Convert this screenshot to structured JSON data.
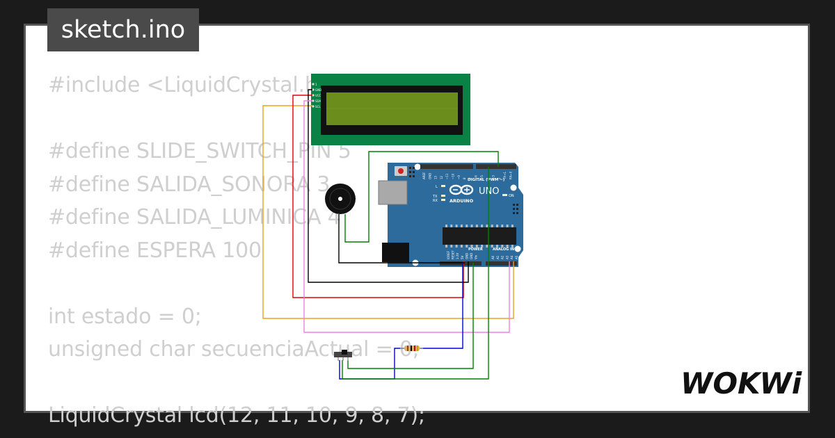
{
  "tab": {
    "filename": "sketch.ino"
  },
  "code_lines": [
    "#include <LiquidCrystal.h>",
    "",
    "#define SLIDE_SWITCH_PIN 5",
    "#define SALIDA_SONORA 3",
    "#define SALIDA_LUMINICA 4",
    "#define ESPERA 100",
    "",
    "int estado = 0;",
    "unsigned char secuenciaActual = 0;",
    "",
    "LiquidCrystal lcd(12, 11, 10, 9, 8, 7);"
  ],
  "lcd": {
    "pins": [
      "1",
      "GND",
      "VCC",
      "SDA",
      "SCL"
    ]
  },
  "arduino": {
    "logo_text": "UNO",
    "brand": "ARDUINO",
    "digital_label": "DIGITAL (PWM ~)",
    "power_label": "POWER",
    "analog_label": "ANALOG IN",
    "on_label": "ON",
    "l_label": "L",
    "tx_label": "TX",
    "rx_label": "RX",
    "digital_pins": [
      "AREF",
      "GND",
      "13",
      "12",
      "~11",
      "~10",
      "~9",
      "8",
      "7",
      "~6",
      "~5",
      "4",
      "~3",
      "2",
      "TX→1",
      "RX←0"
    ],
    "power_pins": [
      "IOREF",
      "RESET",
      "3.3V",
      "5V",
      "GND",
      "GND",
      "Vin"
    ],
    "analog_pins": [
      "A0",
      "A1",
      "A2",
      "A3",
      "A4",
      "A5"
    ]
  },
  "brand_logo": {
    "text": "WOKWi"
  },
  "colors": {
    "background": "#1b1b1b",
    "card": "#ffffff",
    "code_text": "#cfcfcf",
    "tab_bg": "#4a4a4a",
    "lcd_pcb": "#0b8245",
    "lcd_screen": "#6b8d1b",
    "arduino_board": "#2d6b9c",
    "wire_black": "#000000",
    "wire_red": "#e00000",
    "wire_orange": "#f0a020",
    "wire_pink": "#f080e0",
    "wire_green": "#008000",
    "wire_blue": "#0000d0"
  }
}
